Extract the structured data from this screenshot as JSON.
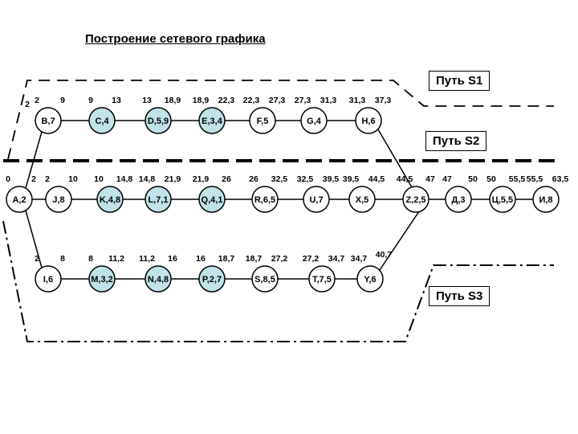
{
  "title": "Построение сетевого графика",
  "paths": [
    {
      "id": "s1",
      "label": "Путь S1"
    },
    {
      "id": "s2",
      "label": "Путь S2"
    },
    {
      "id": "s3",
      "label": "Путь S3"
    }
  ],
  "colors": {
    "highlight": "#bfe3e8",
    "plain": "#ffffff",
    "stroke": "#000000"
  },
  "rows": {
    "top": {
      "nodes": [
        {
          "label": "B,7",
          "highlight": false,
          "start": "2",
          "finish": "9"
        },
        {
          "label": "C,4",
          "highlight": true,
          "start": "9",
          "finish": "13"
        },
        {
          "label": "D,5,9",
          "highlight": true,
          "start": "13",
          "finish": "18,9"
        },
        {
          "label": "E,3,4",
          "highlight": true,
          "start": "18,9",
          "finish": "22,3"
        },
        {
          "label": "F,5",
          "highlight": false,
          "start": "22,3",
          "finish": "27,3"
        },
        {
          "label": "G,4",
          "highlight": false,
          "start": "27,3",
          "finish": "31,3"
        },
        {
          "label": "H,6",
          "highlight": false,
          "start": "31,3",
          "finish": "37,3"
        }
      ]
    },
    "middle": {
      "start_value": "0",
      "nodes": [
        {
          "label": "A,2",
          "highlight": false,
          "finish": "2"
        },
        {
          "label": "J,8",
          "highlight": false,
          "start": "2",
          "finish": "10"
        },
        {
          "label": "K,4,8",
          "highlight": true,
          "start": "10",
          "finish": "14,8"
        },
        {
          "label": "L,7,1",
          "highlight": true,
          "start": "14,8",
          "finish": "21,9"
        },
        {
          "label": "Q,4,1",
          "highlight": true,
          "start": "21,9",
          "finish": "26"
        },
        {
          "label": "R,6,5",
          "highlight": false,
          "start": "26",
          "finish": "32,5"
        },
        {
          "label": "U,7",
          "highlight": false,
          "start": "32,5",
          "finish": "39,5"
        },
        {
          "label": "X,5",
          "highlight": false,
          "start": "39,5",
          "finish": "44,5"
        },
        {
          "label": "Z,2,5",
          "highlight": false,
          "start": "44,5",
          "finish": "47"
        },
        {
          "label": "Д,3",
          "highlight": false,
          "start": "47",
          "finish": "50"
        },
        {
          "label": "Ц,5,5",
          "highlight": false,
          "start": "50",
          "finish": "55,5"
        },
        {
          "label": "И,8",
          "highlight": false,
          "start": "55,5",
          "finish": "63,5"
        }
      ]
    },
    "bottom": {
      "end_value": "40,7",
      "nodes": [
        {
          "label": "I,6",
          "highlight": false,
          "start": "2",
          "finish": "8"
        },
        {
          "label": "M,3,2",
          "highlight": true,
          "start": "8",
          "finish": "11,2"
        },
        {
          "label": "N,4,8",
          "highlight": true,
          "start": "11,2",
          "finish": "16"
        },
        {
          "label": "P,2,7",
          "highlight": true,
          "start": "16",
          "finish": "18,7"
        },
        {
          "label": "S,8,5",
          "highlight": false,
          "start": "18,7",
          "finish": "27,2"
        },
        {
          "label": "T,7,5",
          "highlight": false,
          "start": "27,2",
          "finish": "34,7"
        },
        {
          "label": "Y,6",
          "highlight": false,
          "start": "34,7"
        }
      ]
    }
  }
}
